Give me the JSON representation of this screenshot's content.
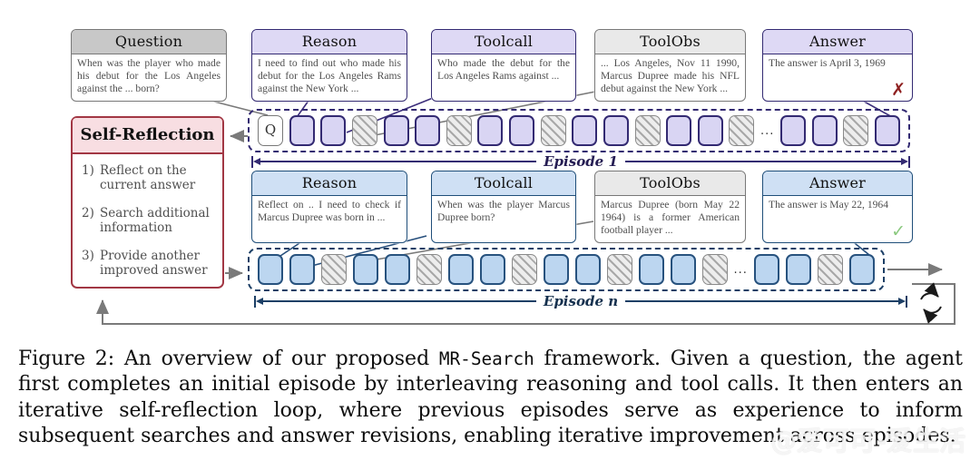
{
  "figure": {
    "rows": [
      {
        "name": "episode1",
        "accent": "purple",
        "episode_label": "Episode 1",
        "boxes": [
          {
            "title": "Question",
            "style": "gray-dark",
            "body": "When was the player who made his debut for the Los Angeles against the ... born?"
          },
          {
            "title": "Reason",
            "style": "accent",
            "body": "I need to find out who made his debut for the Los Angeles Rams against the New York ..."
          },
          {
            "title": "Toolcall",
            "style": "accent",
            "body": "Who made the debut for the Los Angeles Rams against ..."
          },
          {
            "title": "ToolObs",
            "style": "gray",
            "body": "... Los Angeles, Nov 11 1990, Marcus Dupree made his NFL debut against the New York ..."
          },
          {
            "title": "Answer",
            "style": "accent",
            "body": "The answer is April 3, 1969",
            "mark": "cross"
          }
        ],
        "tokens": [
          "Q",
          "m",
          "m",
          "o",
          "m",
          "m",
          "o",
          "m",
          "m",
          "o",
          "m",
          "m",
          "o",
          "m",
          "m",
          "o",
          "...",
          "m",
          "m",
          "o",
          "m"
        ]
      },
      {
        "name": "episode-n",
        "accent": "blue",
        "episode_label": "Episode n",
        "boxes": [
          {
            "title": "Reason",
            "style": "accent",
            "body": "Reflect on .. I need to check if Marcus Dupree was born in ..."
          },
          {
            "title": "Toolcall",
            "style": "accent",
            "body": "When was the player Marcus Dupree born?"
          },
          {
            "title": "ToolObs",
            "style": "gray",
            "body": "Marcus Dupree (born May 22 1964) is a former American football player ..."
          },
          {
            "title": "Answer",
            "style": "accent",
            "body": "The answer is May 22, 1964",
            "mark": "check"
          }
        ],
        "tokens": [
          "m",
          "m",
          "o",
          "m",
          "m",
          "o",
          "m",
          "m",
          "o",
          "m",
          "m",
          "o",
          "m",
          "m",
          "o",
          "...",
          "m",
          "m",
          "o",
          "m"
        ]
      }
    ],
    "self_reflection": {
      "title": "Self-Reflection",
      "items": [
        {
          "num": "1)",
          "text": "Reflect on the current answer"
        },
        {
          "num": "2)",
          "text": "Search additional information"
        },
        {
          "num": "3)",
          "text": "Provide another improved answer"
        }
      ]
    },
    "marks": {
      "cross": "✗",
      "check": "✓"
    }
  },
  "caption": {
    "prefix": "Figure 2: An overview of our proposed ",
    "code": "MR-Search",
    "suffix": " framework. Given a question, the agent first completes an initial episode by interleaving reasoning and tool calls. It then enters an iterative self-reflection loop, where previous episodes serve as experience to inform subsequent searches and answer revisions, enabling iterative improvement across episodes."
  },
  "watermark": "@爱可可-爱生活",
  "colors": {
    "purple_accent": "#332a72",
    "purple_token_fill": "#d9d5f3",
    "purple_header_fill": "#ded9f5",
    "blue_accent": "#1f4e79",
    "blue_token_fill": "#bcd6f0",
    "blue_header_fill": "#cfe0f4",
    "red_accent": "#a23744",
    "red_header_fill": "#f8dee2",
    "gray_border": "#787878",
    "question_header_fill": "#c8c8c8",
    "toolobs_header_fill": "#e9e9e9",
    "cross_red": "#8e1f1f",
    "check_green": "#8bc97f",
    "line_gray": "#7a7a7a"
  }
}
